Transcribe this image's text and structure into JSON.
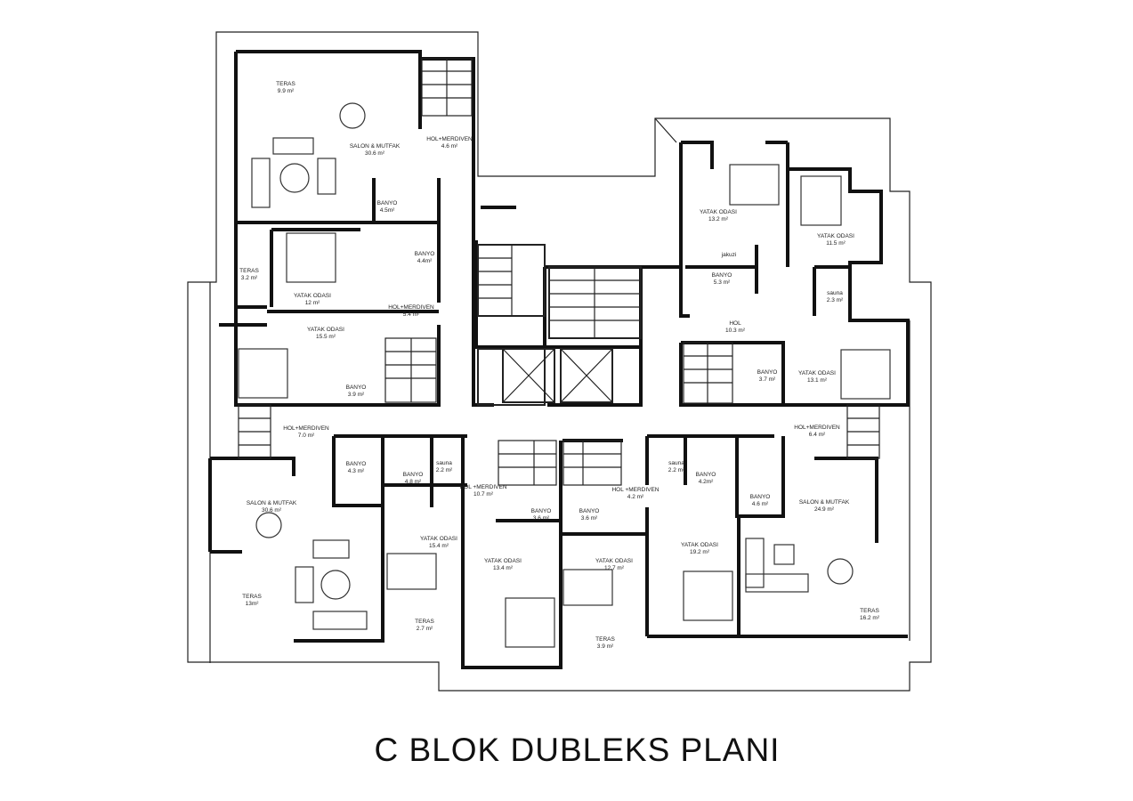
{
  "title": "C BLOK DUBLEKS PLANI",
  "rooms": [
    {
      "name": "TERAS",
      "area": "9.9 m²"
    },
    {
      "name": "SALON & MUTFAK",
      "area": "30.6 m²"
    },
    {
      "name": "HOL+MERDIVEN",
      "area": "4.6 m²"
    },
    {
      "name": "BANYO",
      "area": "4.5m²"
    },
    {
      "name": "BANYO",
      "area": "4.4m²"
    },
    {
      "name": "TERAS",
      "area": "3.2 m²"
    },
    {
      "name": "YATAK ODASI",
      "area": "12 m²"
    },
    {
      "name": "HOL+MERDIVEN",
      "area": "5.4 m²"
    },
    {
      "name": "YATAK ODASI",
      "area": "15.5 m²"
    },
    {
      "name": "BANYO",
      "area": "3.9 m²"
    },
    {
      "name": "YATAK ODASI",
      "area": "13.2 m²"
    },
    {
      "name": "YATAK ODASI",
      "area": "11.5 m²"
    },
    {
      "name": "jakuzi",
      "area": ""
    },
    {
      "name": "BANYO",
      "area": "5.3 m²"
    },
    {
      "name": "sauna",
      "area": "2.3 m²"
    },
    {
      "name": "HOL",
      "area": "10.3 m²"
    },
    {
      "name": "BANYO",
      "area": "3.7 m²"
    },
    {
      "name": "YATAK ODASI",
      "area": "13.1 m²"
    },
    {
      "name": "HOL+MERDIVEN",
      "area": "7.0 m²"
    },
    {
      "name": "BANYO",
      "area": "4.3 m²"
    },
    {
      "name": "BANYO",
      "area": "4.8 m²"
    },
    {
      "name": "sauna",
      "area": "2.2 m²"
    },
    {
      "name": "HOL +MERDIVEN",
      "area": "10.7 m²"
    },
    {
      "name": "BANYO",
      "area": "3.6 m²"
    },
    {
      "name": "SALON & MUTFAK",
      "area": "30.6 m²"
    },
    {
      "name": "YATAK ODASI",
      "area": "15.4 m²"
    },
    {
      "name": "YATAK ODASI",
      "area": "13.4 m²"
    },
    {
      "name": "TERAS",
      "area": "13m²"
    },
    {
      "name": "TERAS",
      "area": "2.7 m²"
    },
    {
      "name": "sauna",
      "area": "2.2 m²"
    },
    {
      "name": "BANYO",
      "area": "4.2m²"
    },
    {
      "name": "HOL +MERDIVEN",
      "area": "4.2 m²"
    },
    {
      "name": "BANYO",
      "area": "3.6 m²"
    },
    {
      "name": "BANYO",
      "area": "4.6 m²"
    },
    {
      "name": "SALON & MUTFAK",
      "area": "24.9 m²"
    },
    {
      "name": "HOL+MERDIVEN",
      "area": "6.4 m²"
    },
    {
      "name": "YATAK ODASI",
      "area": "12.7 m²"
    },
    {
      "name": "YATAK ODASI",
      "area": "19.2 m²"
    },
    {
      "name": "TERAS",
      "area": "3.9 m²"
    },
    {
      "name": "TERAS",
      "area": "16.2 m²"
    }
  ]
}
